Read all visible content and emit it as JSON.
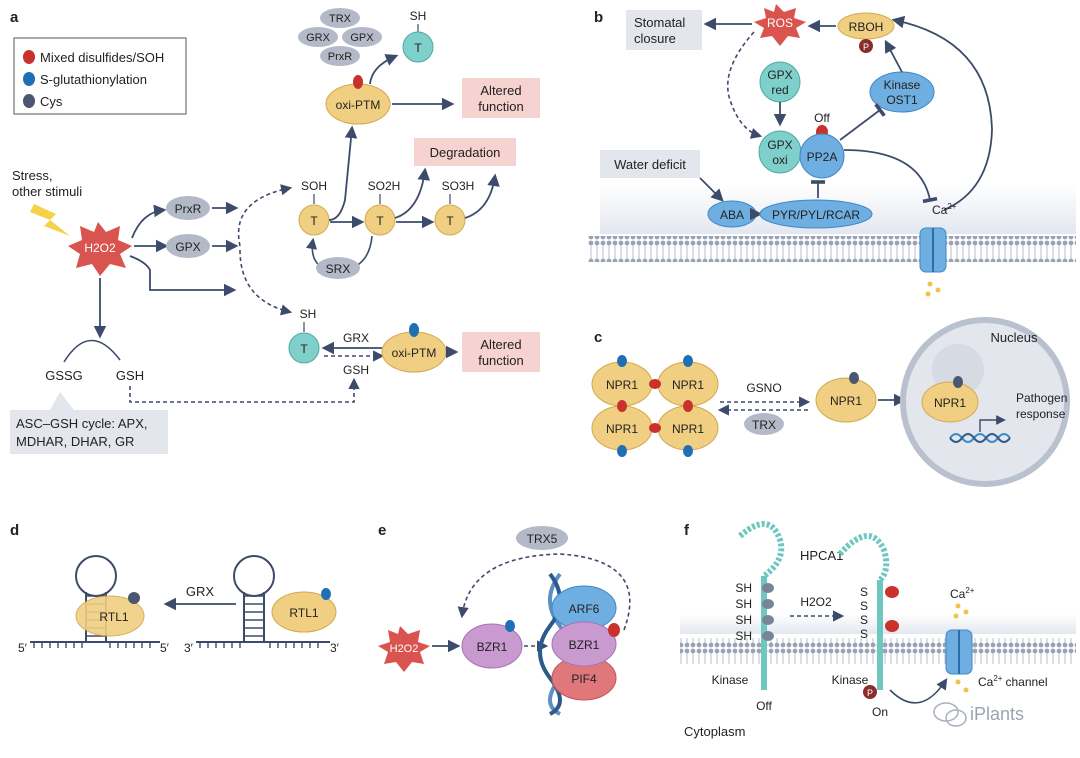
{
  "panels": {
    "a": "a",
    "b": "b",
    "c": "c",
    "d": "d",
    "e": "e",
    "f": "f"
  },
  "colors": {
    "mixed_disulfide": "#c8312c",
    "glutathionylation": "#1f6fb5",
    "cys": "#4b5770",
    "target_yellow": "#f0cf82",
    "target_teal": "#7fcfca",
    "grey_protein": "#b3b9c7",
    "pink_box": "#f6d3d1",
    "ros_red": "#d9534f",
    "purple": "#c89ad0",
    "blue": "#6faee0",
    "arrow": "#3d4b6b"
  },
  "legend": {
    "mixed": "Mixed disulfides/SOH",
    "glut": "S-glutathionylation",
    "cys": "Cys"
  },
  "panel_a": {
    "stress": "Stress,",
    "stress2": "other stimuli",
    "h2o2": "H2O2",
    "prxr": "PrxR",
    "gpx": "GPX",
    "trx": "TRX",
    "grx": "GRX",
    "gpx2": "GPX",
    "prxr2": "PrxR",
    "sh_top": "SH",
    "t": "T",
    "oxi_ptm": "oxi-PTM",
    "altered": "Altered",
    "function": "function",
    "degradation": "Degradation",
    "soh": "SOH",
    "so2h": "SO2H",
    "so3h": "SO3H",
    "srx": "SRX",
    "sh_bottom": "SH",
    "grx_label": "GRX",
    "gsh_label": "GSH",
    "gssg": "GSSG",
    "gsh": "GSH",
    "cycle1": "ASC–GSH cycle: APX,",
    "cycle2": "MDHAR, DHAR, GR"
  },
  "panel_b": {
    "stomatal1": "Stomatal",
    "stomatal2": "closure",
    "ros": "ROS",
    "rboh": "RBOH",
    "p": "P",
    "gpx_red1": "GPX",
    "gpx_red2": "red",
    "kinase1": "Kinase",
    "kinase2": "OST1",
    "off": "Off",
    "gpx_oxi1": "GPX",
    "gpx_oxi2": "oxi",
    "pp2a": "PP2A",
    "water": "Water deficit",
    "aba": "ABA",
    "pyr": "PYR/PYL/RCAR",
    "ca": "Ca",
    "ca_sup": "2+"
  },
  "panel_c": {
    "npr1": "NPR1",
    "gsno": "GSNO",
    "trx": "TRX",
    "nucleus": "Nucleus",
    "pathogen1": "Pathogen",
    "pathogen2": "response"
  },
  "panel_d": {
    "rtl1": "RTL1",
    "grx": "GRX",
    "five_prime": "5′",
    "three_prime": "3′"
  },
  "panel_e": {
    "trx5": "TRX5",
    "h2o2": "H2O2",
    "bzr1": "BZR1",
    "arf6": "ARF6",
    "pif4": "PIF4"
  },
  "panel_f": {
    "hpca1": "HPCA1",
    "sh": "SH",
    "s": "S",
    "h2o2": "H2O2",
    "ca": "Ca",
    "ca_sup": "2+",
    "kinase": "Kinase",
    "off": "Off",
    "on": "On",
    "p": "P",
    "channel": "channel",
    "cytoplasm": "Cytoplasm",
    "watermark": "iPlants"
  }
}
